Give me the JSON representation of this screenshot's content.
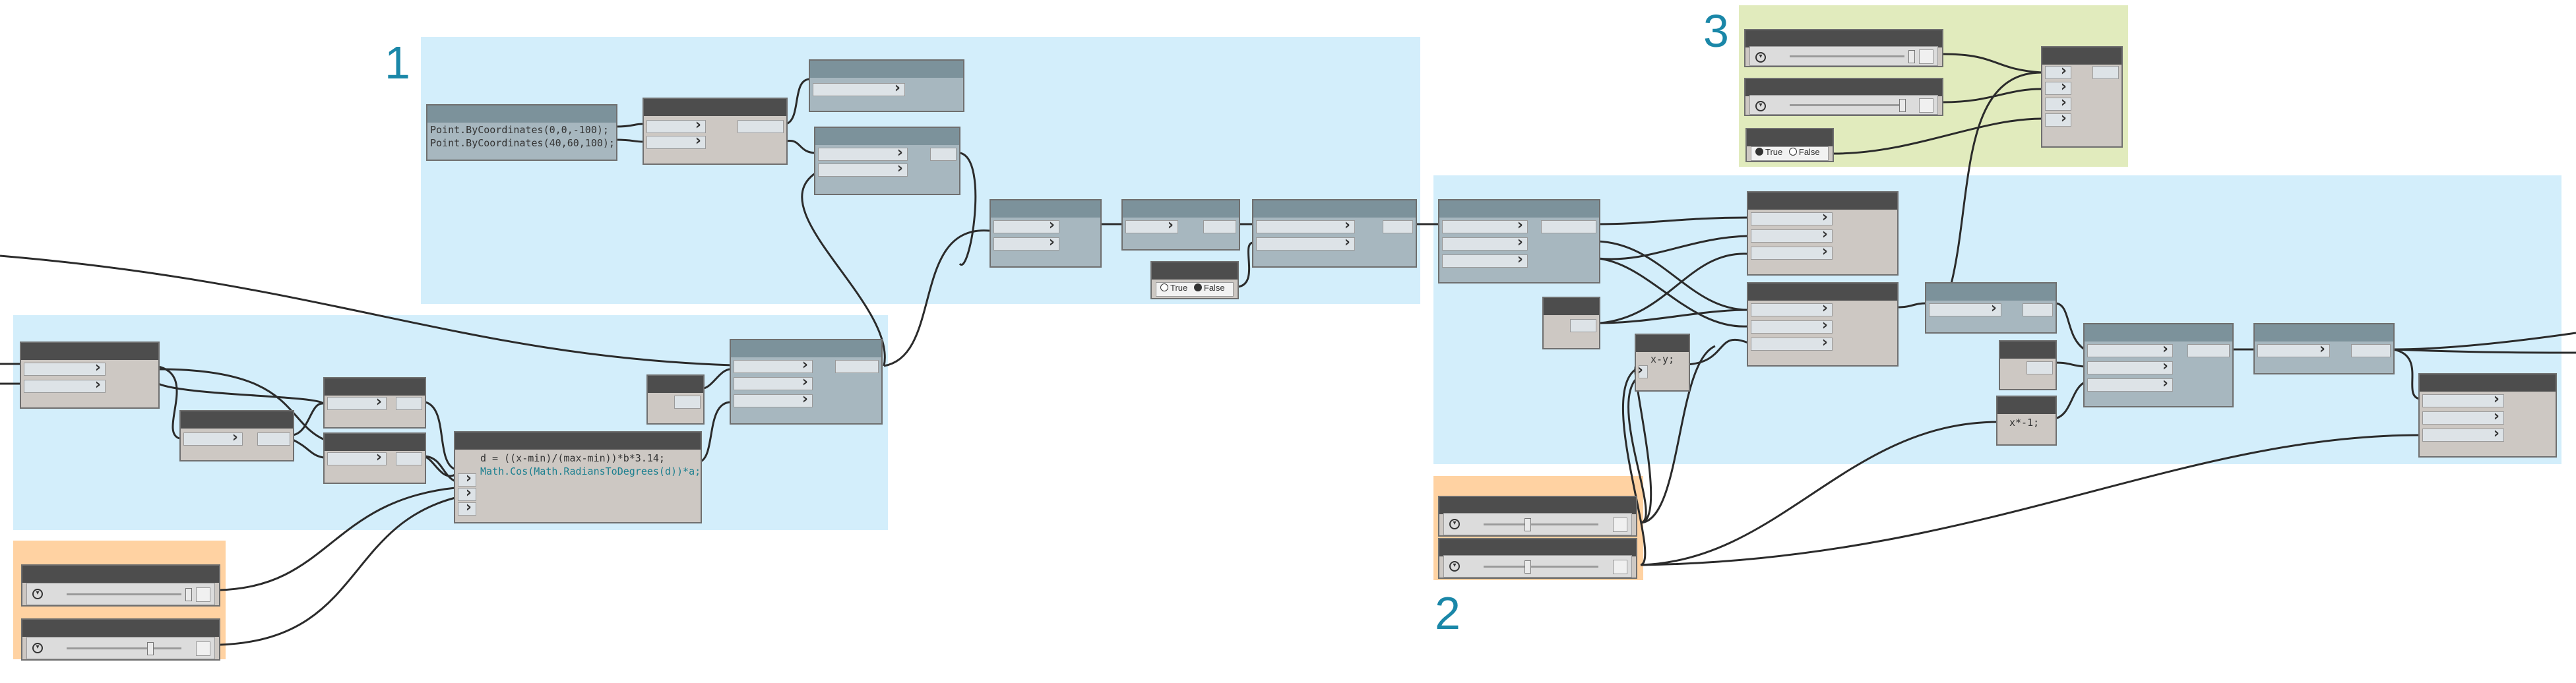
{
  "groups": [
    {
      "label": "1",
      "color": "blue"
    },
    {
      "label": "2",
      "color": "orange"
    },
    {
      "label": "3",
      "color": "green"
    }
  ],
  "code_blocks": {
    "points": [
      "Point.ByCoordinates(0,0,-100);",
      "Point.ByCoordinates(40,60,100);"
    ],
    "formula": [
      "d = ((x-min)/(max-min))*b*3.14;",
      "Math.Cos(Math.RadiansToDegrees(d))*a;"
    ],
    "xy": "x-y;",
    "neg": "x*-1;"
  },
  "toggles": {
    "true_label": "True",
    "false_label": "False"
  },
  "icons": [
    "dropdown-icon",
    "port-chevron-icon"
  ]
}
